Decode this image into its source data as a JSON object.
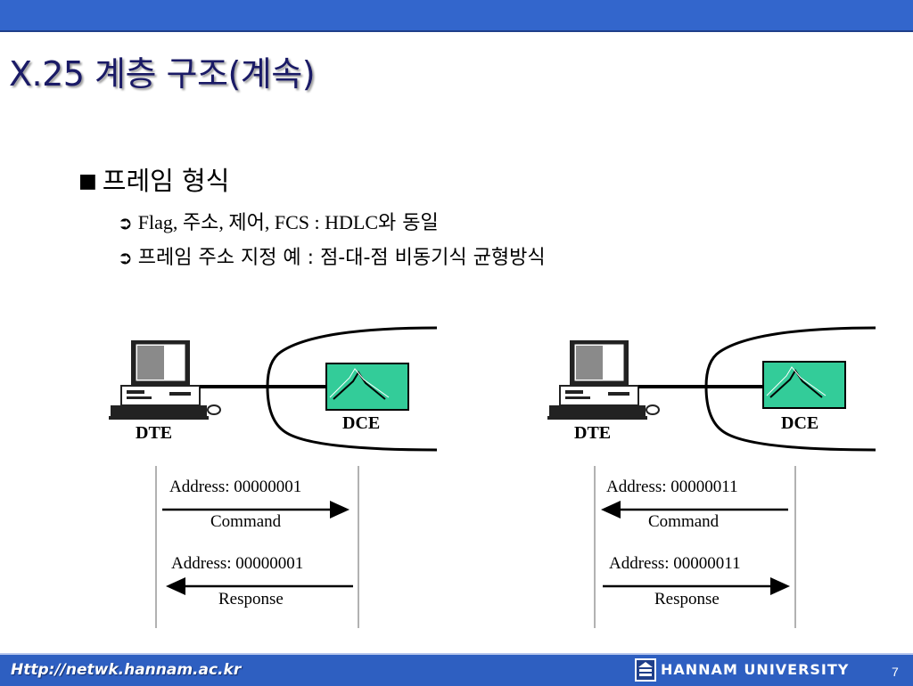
{
  "slide": {
    "title": "X.25 계층 구조(계속)",
    "bullet": "프레임 형식",
    "bullet_marker": "■",
    "sub_marker": "➲",
    "sub_items": [
      {
        "latin": "Flag, ",
        "ko1": "주소",
        "latin2": ", ",
        "ko2": "제어",
        "latin3": ", FCS : HDLC",
        "ko3": "와 동일"
      },
      {
        "text": "프레임 주소 지정 예 : 점-대-점 비동기식 균형방식"
      }
    ]
  },
  "diagrams": [
    {
      "dte_label": "DTE",
      "dce_label": "DCE",
      "command_address": "Address:  00000001",
      "command_label": "Command",
      "command_direction": "right",
      "response_address": "Address:  00000001",
      "response_label": "Response",
      "response_direction": "left"
    },
    {
      "dte_label": "DTE",
      "dce_label": "DCE",
      "command_address": "Address:  00000011",
      "command_label": "Command",
      "command_direction": "left",
      "response_address": "Address:  00000011",
      "response_label": "Response",
      "response_direction": "right"
    }
  ],
  "footer": {
    "url": "Http://netwk.hannam.ac.kr",
    "university": "HANNAM  UNIVERSITY",
    "page_number": "7"
  },
  "colors": {
    "bar": "#3366cc",
    "title": "#1a1a66",
    "dce_box": "#33cc99"
  }
}
